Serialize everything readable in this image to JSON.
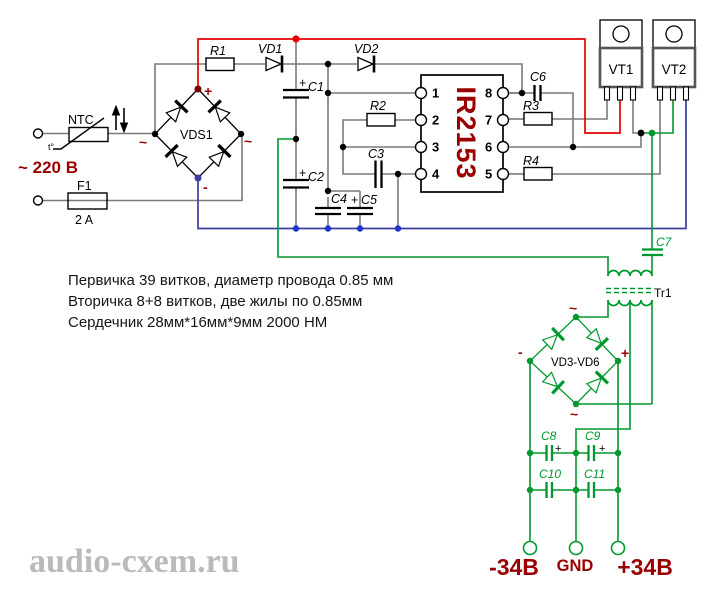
{
  "schematic": {
    "watermark": "audio-cxem.ru",
    "mains": {
      "voltage_label": "~ 220 В",
      "ntc_label": "NTC",
      "thermo_symbol": "t°",
      "fuse_ref": "F1",
      "fuse_rating": "2 A"
    },
    "input_bridge": {
      "ref": "VDS1",
      "plus": "+",
      "minus": "-",
      "ac": "~"
    },
    "refs": {
      "r1": "R1",
      "r2": "R2",
      "r3": "R3",
      "r4": "R4",
      "vd1": "VD1",
      "vd2": "VD2",
      "c1": "C1",
      "c2": "C2",
      "c3": "C3",
      "c4": "C4",
      "c5": "C5",
      "c6": "C6",
      "c7": "C7",
      "c8": "C8",
      "c9": "C9",
      "c10": "C10",
      "c11": "C11",
      "vt1": "VT1",
      "vt2": "VT2",
      "tr1": "Tr1",
      "plus": "+"
    },
    "ic": {
      "name": "IR2153",
      "left_pins": [
        "1",
        "2",
        "3",
        "4"
      ],
      "right_pins": [
        "8",
        "7",
        "6",
        "5"
      ]
    },
    "output_bridge": {
      "ref": "VD3-VD6",
      "plus": "+",
      "minus": "-",
      "ac": "~"
    },
    "outputs": {
      "negative": "-34В",
      "ground": "GND",
      "positive": "+34В"
    },
    "transformer_notes": [
      "Первичка 39 витков, диаметр провода 0.85 мм",
      "Вторичка 8+8 витков, две жилы по 0.85мм",
      "Сердечник 28мм*16мм*9мм  2000 НМ"
    ],
    "colors": {
      "wire": "#7a7a7a",
      "component": "#000000",
      "positive_rail": "#e60000",
      "negative_rail": "#3c3c9e",
      "rail_dot": "#2233cc",
      "secondary_green": "#00982e",
      "accent_text": "#9a0000",
      "watermark": "#bababa"
    }
  }
}
